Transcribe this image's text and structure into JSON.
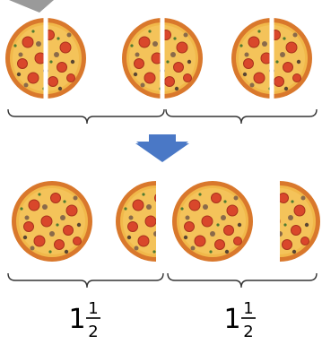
{
  "diagram": {
    "top_row": {
      "pizzas": [
        {
          "id": "pizza-1",
          "split": "halves"
        },
        {
          "id": "pizza-2",
          "split": "halves"
        },
        {
          "id": "pizza-3",
          "split": "halves"
        }
      ],
      "groups": 2
    },
    "bottom_row": {
      "group_1": {
        "whole": 1,
        "piece": "half"
      },
      "group_2": {
        "whole": 1,
        "piece": "half"
      }
    },
    "results": [
      {
        "whole": "1",
        "numerator": "1",
        "denominator": "2"
      },
      {
        "whole": "1",
        "numerator": "1",
        "denominator": "2"
      }
    ],
    "colors": {
      "crust": "#d9782c",
      "cheese": "#f1b84a",
      "pepperoni": "#d9472b",
      "mushroom": "#8a6a4a",
      "arrow": "#4a78c6",
      "brace": "#333333"
    }
  }
}
